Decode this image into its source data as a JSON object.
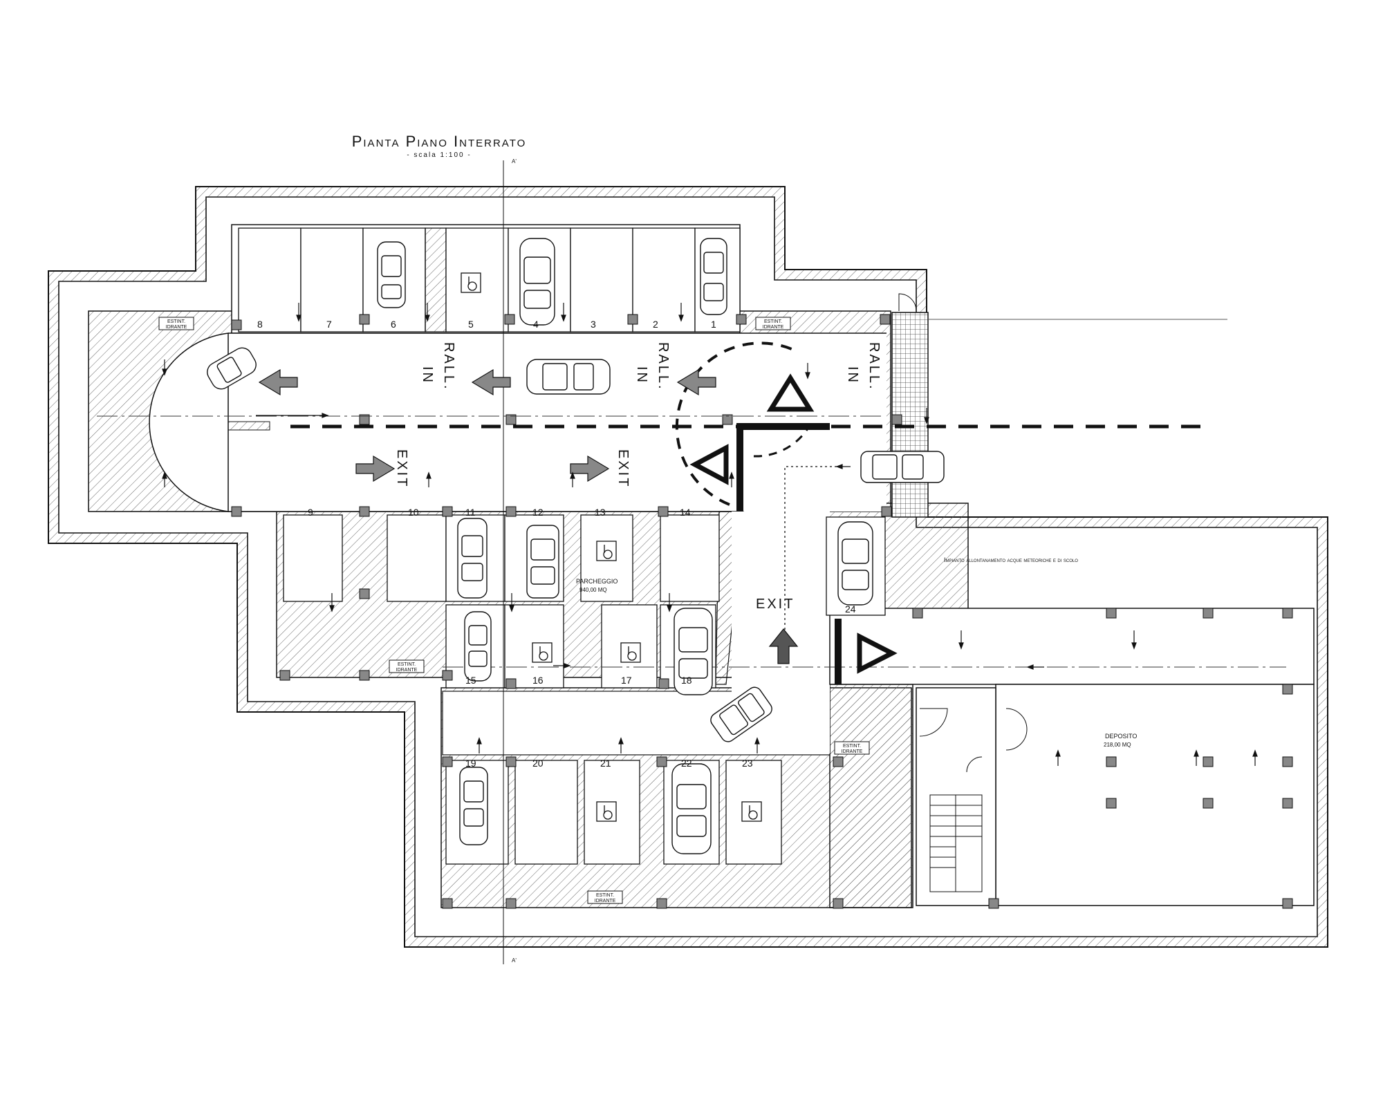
{
  "title": "Pianta Piano Interrato",
  "subtitle": "- scala 1:100 -",
  "section_label": "A'",
  "stalls_top": [
    "8",
    "7",
    "6",
    "5",
    "4",
    "3",
    "2",
    "1"
  ],
  "stalls_mid": [
    "9",
    "10",
    "11",
    "12",
    "13",
    "14"
  ],
  "stalls_lower": [
    "15",
    "16",
    "17",
    "18"
  ],
  "stalls_bottom": [
    "19",
    "20",
    "21",
    "22",
    "23"
  ],
  "stall_24": "24",
  "lane_in": "IN",
  "lane_rall": "RALL.",
  "lane_exit": "EXIT",
  "parking_area": {
    "label": "PARCHEGGIO",
    "value": "940,00 MQ"
  },
  "extinguisher": {
    "line1": "ESTINT.",
    "line2": "IDRANTE"
  },
  "drainage_note": "Impianto allontanamento acque meteoriche e di scolo",
  "storage": {
    "label": "DEPOSITO",
    "value": "218,00 MQ"
  }
}
